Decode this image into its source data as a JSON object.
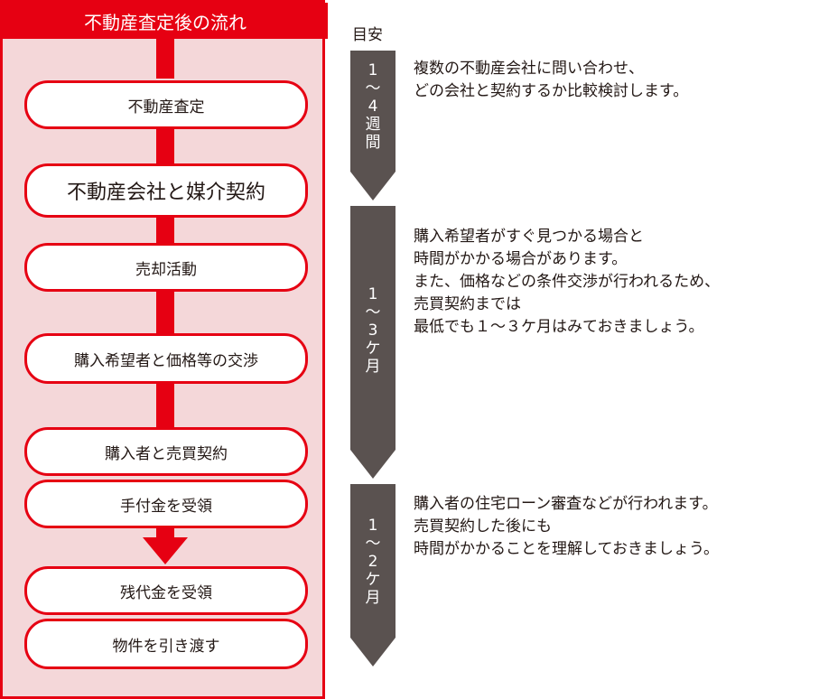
{
  "flow": {
    "title": "不動産査定後の流れ",
    "steps": [
      "不動産査定",
      "不動産会社と媒介契約",
      "売却活動",
      "購入希望者と価格等の交渉",
      "購入者と売買契約",
      "手付金を受領",
      "残代金を受領",
      "物件を引き渡す"
    ]
  },
  "timeline": {
    "header": "目安",
    "periods": [
      {
        "chars": [
          "1",
          "〜",
          "4",
          "週",
          "間"
        ]
      },
      {
        "chars": [
          "1",
          "〜",
          "3",
          "ケ",
          "月"
        ]
      },
      {
        "chars": [
          "1",
          "〜",
          "2",
          "ケ",
          "月"
        ]
      }
    ]
  },
  "descriptions": [
    {
      "lines": [
        "複数の不動産会社に問い合わせ、",
        "どの会社と契約するか比較検討します。"
      ]
    },
    {
      "lines": [
        "購入希望者がすぐ見つかる場合と",
        "時間がかかる場合があります。",
        "また、価格などの条件交渉が行われるため、",
        "売買契約までは",
        "最低でも１〜３ケ月はみておきましょう。"
      ]
    },
    {
      "lines": [
        "購入者の住宅ローン審査などが行われます。",
        "売買契約した後にも",
        "時間がかかることを理解しておきましょう。"
      ]
    }
  ],
  "colors": {
    "accent": "#e60012",
    "panel": "#f4d7d9",
    "timeline": "#5a5250"
  }
}
